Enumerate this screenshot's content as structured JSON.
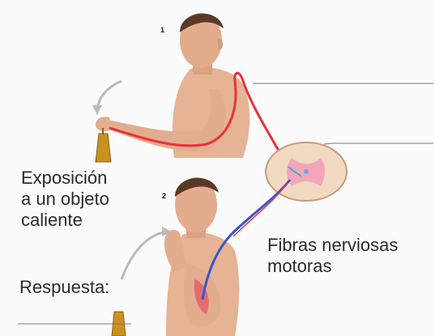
{
  "step_numbers": {
    "first": "1",
    "second": "2"
  },
  "labels": {
    "stimulus": "Exposición\na un objeto\ncaliente",
    "response": "Respuesta:",
    "motor_fibers": "Fibras nerviosas\nmotoras"
  },
  "colors": {
    "sensory_fiber": "#e8323c",
    "motor_fiber": "#3b56c9",
    "skin": "#e8b89a",
    "hair": "#5a3a26",
    "spinal_cord": "#f2d9c2",
    "gray_matter": "#f4a6b8"
  }
}
